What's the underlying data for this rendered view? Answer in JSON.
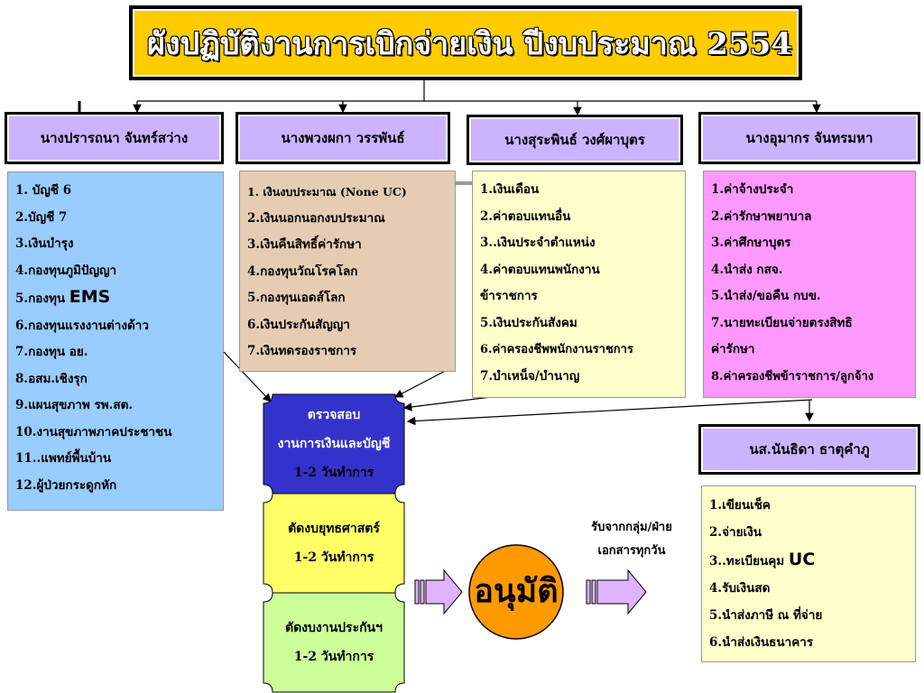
{
  "title": "ผังปฏิบัติงานการเบิกจ่ายเงิน ปีงบประมาณ  2554",
  "officers": [
    {
      "name": "นางปรารถนา  จันทร์สว่าง",
      "items": [
        "1. บัญชี  6",
        "2.บัญชี  7",
        "3.เงินบำรุง",
        "4.กองทุนภูมิปัญญา",
        "5.กองทุน ",
        "6.กองทุนแรงงานต่างด้าว",
        "7.กองทุน อย.",
        "8.อสม.เชิงรุก",
        "9.แผนสุขภาพ รพ.สต.",
        "10.งานสุขภาพภาคประชาชน",
        "11..แพทย์พื้นบ้าน",
        "12.ผู้ป่วยกระดูกหัก"
      ],
      "item5_highlight": "EMS",
      "color": "#99ccff"
    },
    {
      "name": "นางพวงผกา  วรรพันธ์",
      "items": [
        "1. เงินงบประมาณ (None UC)",
        "2.เงินนอกนอกงบประมาณ",
        "3.เงินคืนสิทธิ์ค่ารักษา",
        "4.กองทุนวัณโรคโลก",
        "5.กองทุนเอดส์โลก",
        "6.เงินประกันสัญญา",
        "7.เงินทดรองราชการ"
      ],
      "color": "#e6ccb3"
    },
    {
      "name": "นางสุระพินธ์  วงศ์ผาบุตร",
      "items": [
        "1.เงินเดือน",
        "2.ค่าตอบแทนอื่น",
        "3..เงินประจำตำแหน่ง",
        "4.ค่าตอบแทนพนักงาน",
        "ข้าราชการ",
        "5.เงินประกันสังคม",
        "6.ค่าครองชีพพนักงานราชการ",
        "7.บำเหน็จ/บำนาญ"
      ],
      "color": "#ffffcc"
    },
    {
      "name": "นางอุมากร  จันทรมหา",
      "items": [
        "1.ค่าจ้างประจำ",
        "2.ค่ารักษาพยาบาล",
        "3.ค่าศึกษาบุตร",
        "4.นำส่ง กสจ.",
        "5.นำส่ง/ขอคืน กบข.",
        "7.นายทะเบียนจ่ายตรงสิทธิ",
        " ค่ารักษา",
        "8.ค่าครองชีพข้าราชการ/ลูกจ้าง"
      ],
      "color": "#ff99ff"
    }
  ],
  "cashier": {
    "name": "นส.นันธิดา  ธาตุคำภู",
    "items": [
      "1.เขียนเช็ค",
      "2.จ่ายเงิน",
      "3..ทะเบียนคุม ",
      "4.รับเงินสด",
      "5.นำส่งภาษี ณ ที่จ่าย",
      "6.นำส่งเงินธนาคาร"
    ],
    "item3_highlight": "UC",
    "color": "#ffffcc"
  },
  "steps": [
    {
      "lines": [
        "ตรวจสอบ",
        "งานการเงินและบัญชี",
        "1-2 วันทำการ"
      ],
      "color": "#3333cc",
      "text_color": "#ffffff"
    },
    {
      "lines": [
        "ตัดงบยุทธศาสตร์",
        "1-2 วันทำการ"
      ],
      "color": "#ffff66",
      "text_color": "#000000"
    },
    {
      "lines": [
        "ตัดงบงานประกันฯ",
        "1-2 วันทำการ"
      ],
      "color": "#ccff99",
      "text_color": "#000000"
    }
  ],
  "approve": {
    "label": "อนุมัติ",
    "color": "#ff9900"
  },
  "receive_note": [
    "รับจากกลุ่ม/ฝ่าย",
    "เอกสารทุกวัน"
  ],
  "colors": {
    "title_bg": "#ffcc00",
    "name_bg": "#ccb3ff",
    "arrow_fill": "#e0b3ff"
  }
}
